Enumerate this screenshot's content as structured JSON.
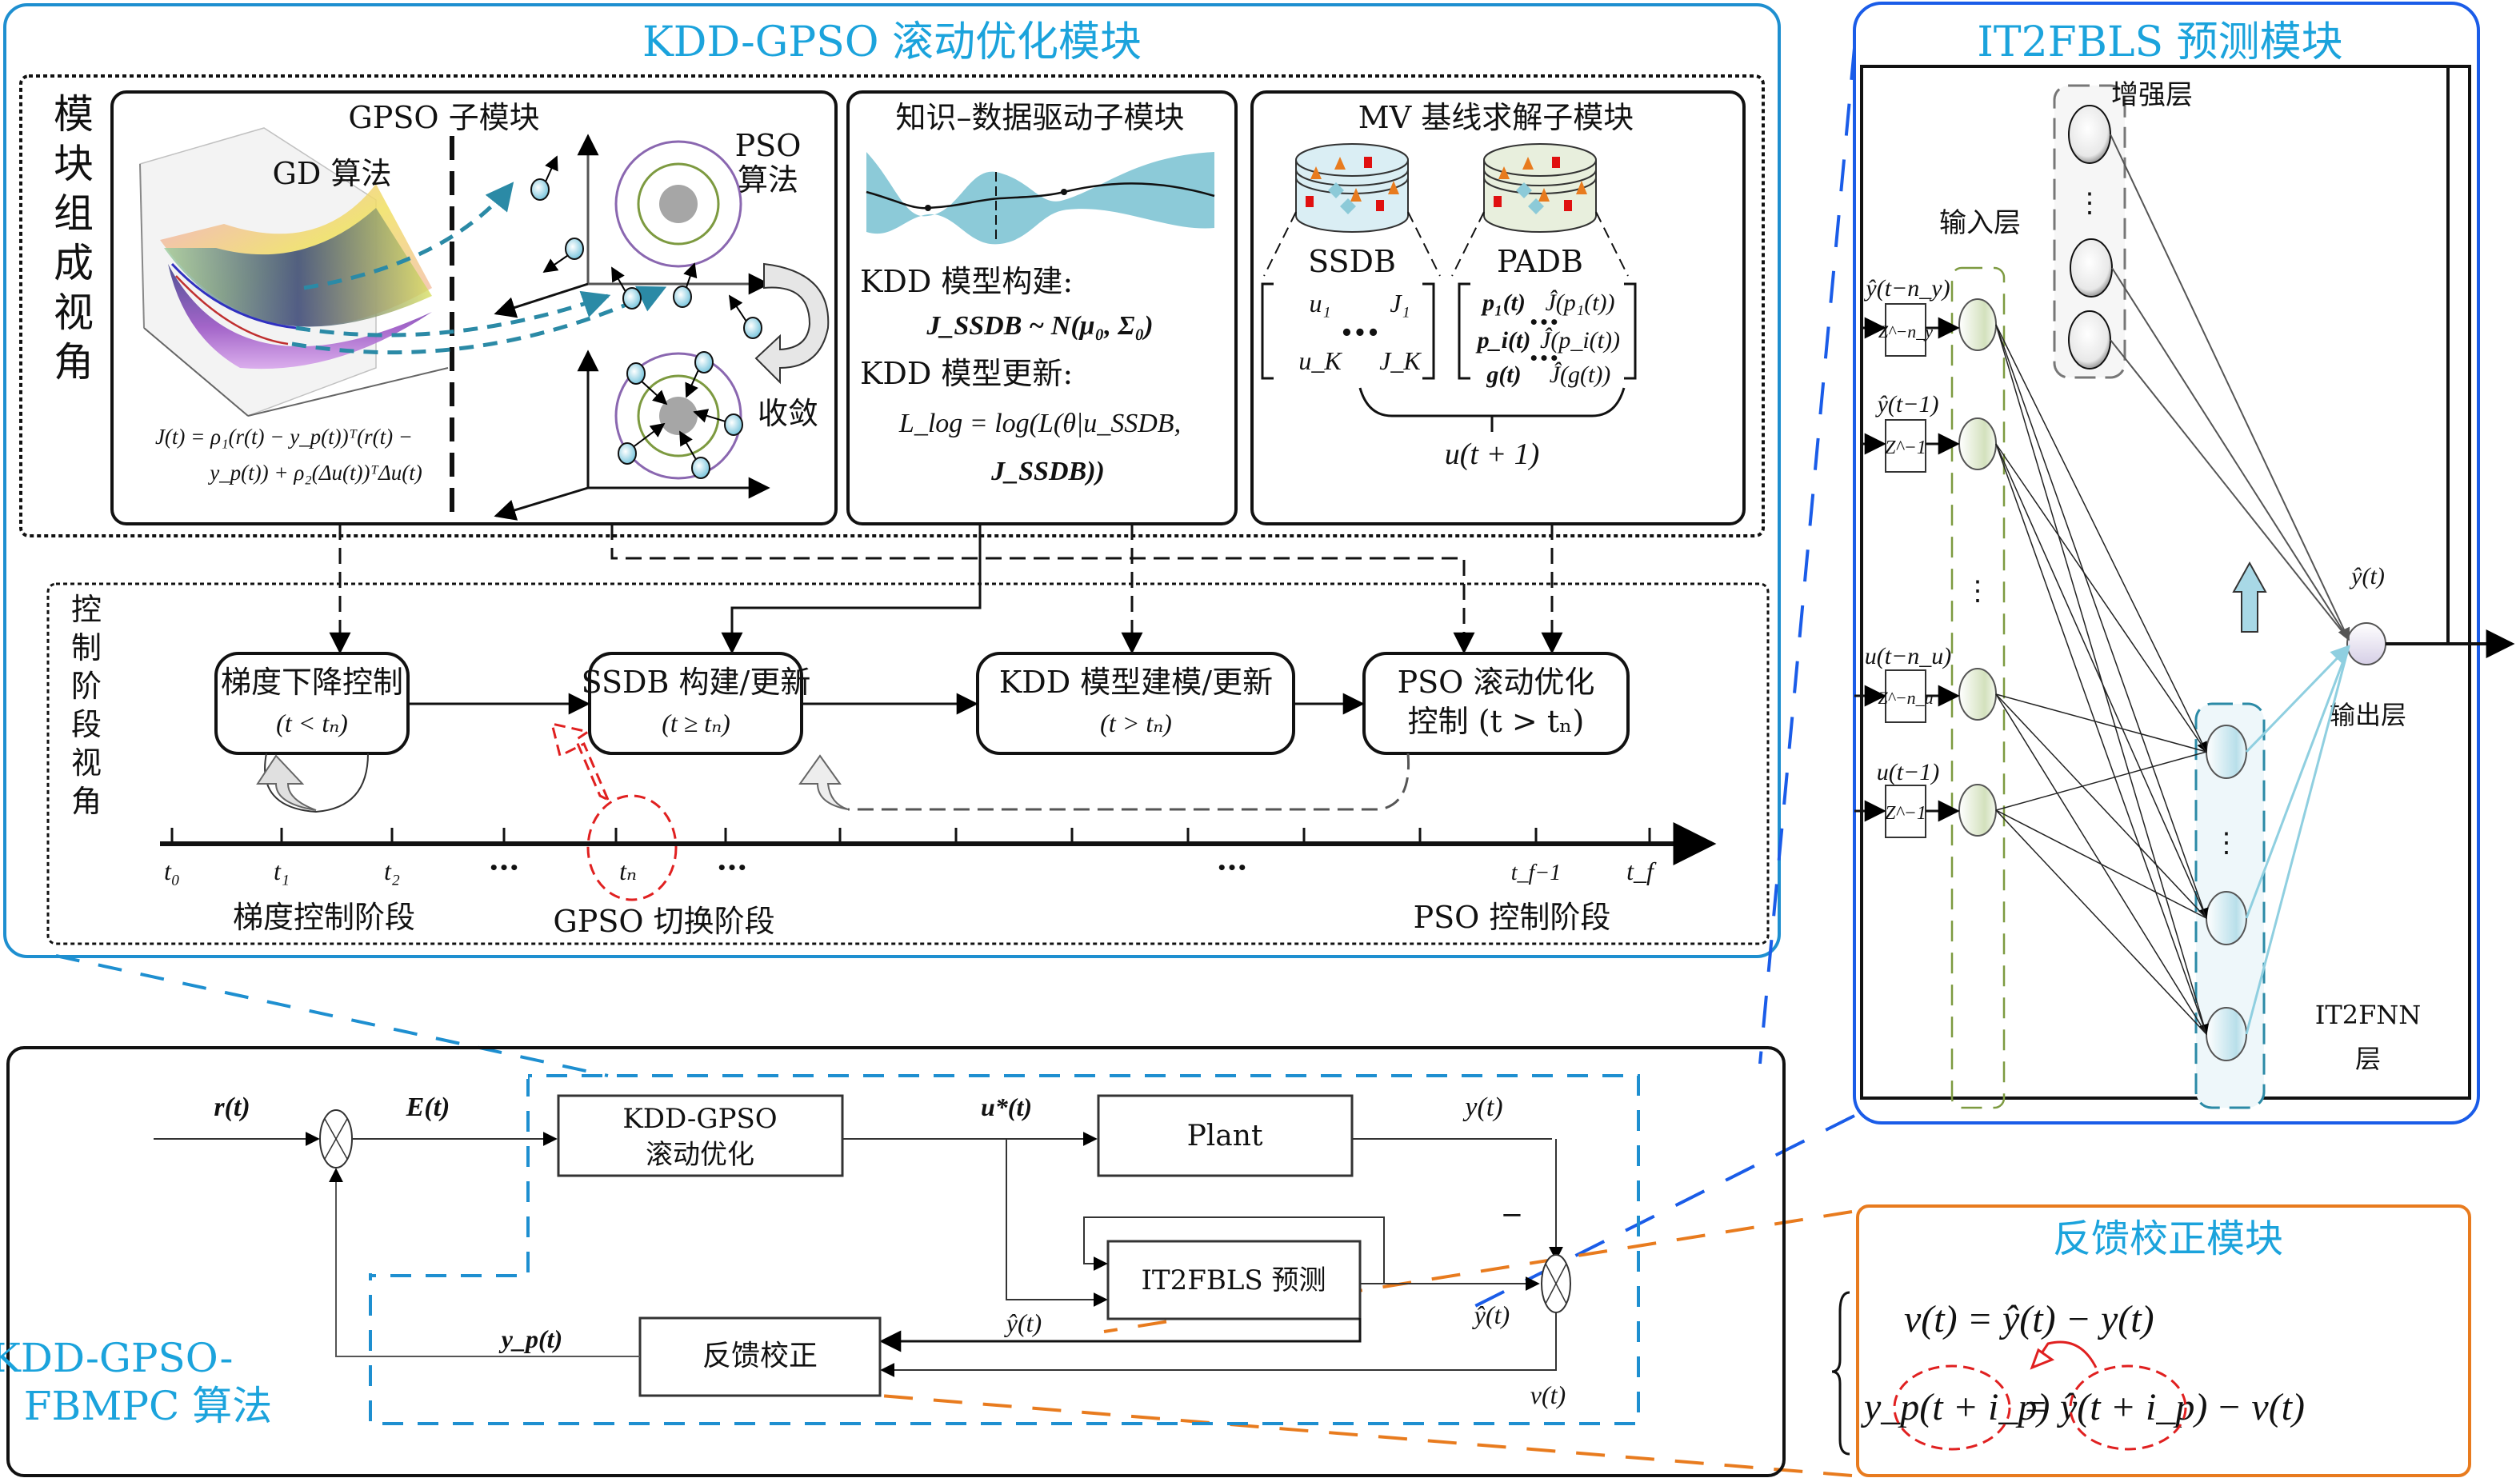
{
  "colors": {
    "module_blue": "#1e8fd0",
    "it2fbls_blue": "#1a5ce8",
    "feedback_orange": "#e87b1e",
    "title_cyan": "#1ba3dc",
    "dashed_teal": "#2b8aa6",
    "red_highlight": "#e02020",
    "input_node_green": "#dbe6c8",
    "fnn_node_blue": "#cde8f0",
    "ssdb_fill": "#daeef4",
    "padb_fill": "#e8efdd"
  },
  "kdd_gpso_module": {
    "title": "KDD-GPSO 滚动优化模块",
    "composition_view_label": [
      "模",
      "块",
      "组",
      "成",
      "视",
      "角"
    ],
    "control_stage_view_label": [
      "控",
      "制",
      "阶",
      "段",
      "视",
      "角"
    ],
    "gpso_submodule": {
      "title": "GPSO 子模块",
      "gd_label": "GD 算法",
      "pso_label_line1": "PSO",
      "pso_label_line2": "算法",
      "converge_label": "收敛",
      "cost_line1": "J(t) = ρ₁(r(t) − y_p(t))ᵀ(r(t) −",
      "cost_line2": "y_p(t)) + ρ₂(Δu(t))ᵀΔu(t)"
    },
    "kdd_submodule": {
      "title": "知识–数据驱动子模块",
      "build_label": "KDD 模型构建:",
      "build_formula": "J_SSDB ~ N(μ₀, Σ₀)",
      "update_label": "KDD 模型更新:",
      "update_formula_line1": "L_log = log(L(θ|u_SSDB,",
      "update_formula_line2": "J_SSDB))"
    },
    "mv_submodule": {
      "title": "MV 基线求解子模块",
      "ssdb_label": "SSDB",
      "padb_label": "PADB",
      "ssdb_rows": [
        [
          "u₁",
          "J₁"
        ],
        [
          "•••",
          ""
        ],
        [
          "u_K",
          "J_K"
        ]
      ],
      "padb_rows": [
        [
          "p₁(t)",
          "Ĵ(p₁(t))"
        ],
        [
          "•••",
          ""
        ],
        [
          "p_i(t)",
          "Ĵ(p_i(t))"
        ],
        [
          "•••",
          ""
        ],
        [
          "g(t)",
          "Ĵ(g(t))"
        ]
      ],
      "output": "u(t + 1)"
    },
    "stages": [
      {
        "line1": "梯度下降控制",
        "line2": "(t < tₙ)"
      },
      {
        "line1": "SSDB 构建/更新",
        "line2": "(t ≥ tₙ)"
      },
      {
        "line1": "KDD 模型建模/更新",
        "line2": "(t > tₙ)"
      },
      {
        "line1": "PSO 滚动优化",
        "line2": "控制 (t > tₙ)"
      }
    ],
    "timeline": {
      "ticks": [
        "t₀",
        "t₁",
        "t₂",
        "•••",
        "tₙ",
        "•••",
        "•••",
        "t_f−1",
        "t_f"
      ],
      "phases": [
        "梯度控制阶段",
        "GPSO 切换阶段",
        "PSO 控制阶段"
      ]
    }
  },
  "it2fbls_module": {
    "title": "IT2FBLS 预测模块",
    "input_layer_label": "输入层",
    "enhancement_layer_label": "增强层",
    "output_layer_label": "输出层",
    "fnn_layer_label_line1": "IT2FNN",
    "fnn_layer_label_line2": "层",
    "output_signal": "ŷ(t)",
    "inputs": [
      {
        "signal": "ŷ(t−n_y)",
        "delay": "Z^−n_y"
      },
      {
        "signal": "ŷ(t−1)",
        "delay": "Z^−1"
      },
      {
        "signal": "u(t−n_u)",
        "delay": "Z^−n_u"
      },
      {
        "signal": "u(t−1)",
        "delay": "Z^−1"
      }
    ],
    "ellipsis": "⋮"
  },
  "control_loop": {
    "algorithm_label_line1": "KDD-GPSO-",
    "algorithm_label_line2": "FBMPC 算法",
    "reference": "r(t)",
    "error": "E(t)",
    "optimizer_line1": "KDD-GPSO",
    "optimizer_line2": "滚动优化",
    "control_signal": "u*(t)",
    "plant": "Plant",
    "plant_output": "y(t)",
    "predictor": "IT2FBLS 预测",
    "prediction_1": "ŷ(t)",
    "prediction_2": "ŷ(t)",
    "minus_sign": "−",
    "error_signal": "v(t)",
    "feedback": "反馈校正",
    "corrected_output": "y_p(t)"
  },
  "feedback_module": {
    "title": "反馈校正模块",
    "eq1": "v(t) = ŷ(t) − y(t)",
    "eq2_left": "y_p(t + i_p)",
    "eq2_mid": "= ",
    "eq2_right": "ŷ(t + i_p)",
    "eq2_tail": " − v(t)"
  }
}
